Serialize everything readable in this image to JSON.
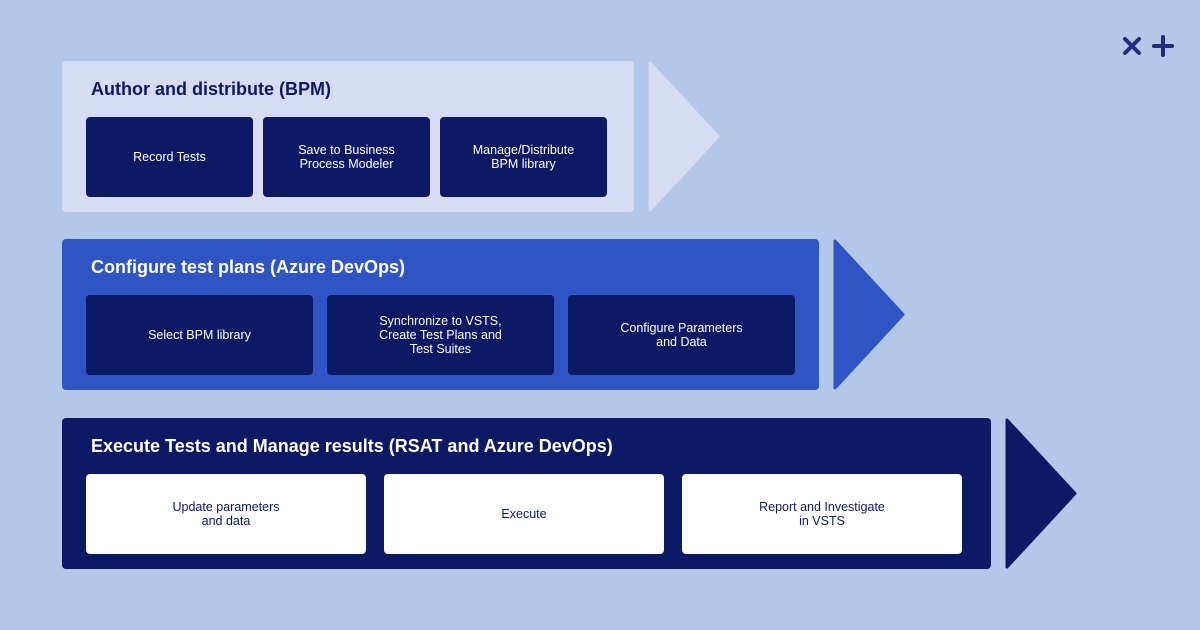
{
  "logo": {
    "icon": "close-plus-logo-icon",
    "color": "#1f2d7a"
  },
  "stages": [
    {
      "title": "Author and distribute (BPM)",
      "steps": [
        "Record Tests",
        "Save to Business\nProcess Modeler",
        "Manage/Distribute\nBPM library"
      ],
      "color": "#d6dcf1"
    },
    {
      "title": "Configure test plans (Azure DevOps)",
      "steps": [
        "Select BPM library",
        "Synchronize to VSTS,\nCreate Test Plans and\nTest Suites",
        "Configure Parameters\nand Data"
      ],
      "color": "#2f55c4"
    },
    {
      "title": "Execute Tests and Manage results (RSAT and Azure DevOps)",
      "steps": [
        "Update parameters\nand data",
        "Execute",
        "Report and Investigate\nin VSTS"
      ],
      "color": "#0c1a66"
    }
  ]
}
